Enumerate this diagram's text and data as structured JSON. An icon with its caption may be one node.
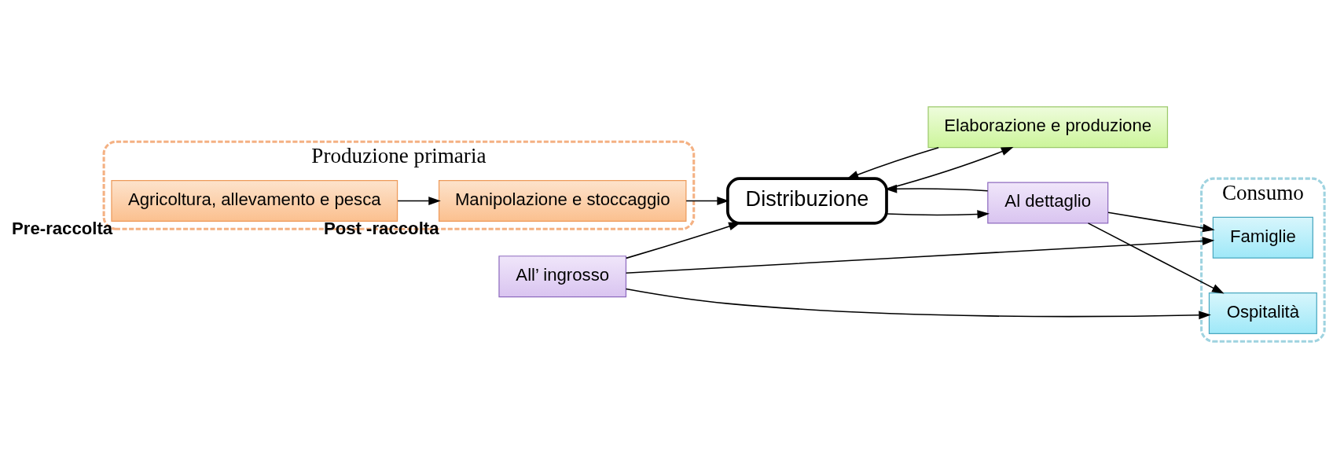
{
  "diagram": {
    "nodes": [
      {
        "text": [
          "Produzione primaria"
        ]
      },
      {
        "text": [
          "Agricoltura, allevamento e pesca"
        ],
        "in": 0,
        "beside": [
          "Pre-raccolta"
        ]
      },
      {
        "text": [
          "Manipolazione e stoccaggio"
        ],
        "in": 0,
        "beside": [
          "Post -raccolta"
        ]
      },
      {
        "text": [
          "Distribuzione"
        ]
      },
      {
        "text": [
          "Elaborazione e produzione"
        ]
      },
      {
        "text": [
          "Al dettaglio"
        ]
      },
      {
        "text": [
          "All’ ingrosso"
        ]
      },
      {
        "text": [
          "Consumo"
        ]
      },
      {
        "text": [
          "Famiglie"
        ],
        "in": 7
      },
      {
        "text": [
          "Ospitalità"
        ],
        "in": 7
      }
    ],
    "edges": [
      {
        "from": 1,
        "to": 2,
        "arrow": "to"
      },
      {
        "from": 2,
        "to": 3,
        "arrow": "to"
      },
      {
        "from": 3,
        "to": 4,
        "arrow": "to"
      },
      {
        "from": 4,
        "to": 3,
        "arrow": "to"
      },
      {
        "from": 6,
        "to": 3,
        "arrow": "to"
      },
      {
        "from": 3,
        "to": 5,
        "arrow": "to"
      },
      {
        "from": 5,
        "to": 3,
        "arrow": "to"
      },
      {
        "from": 5,
        "to": 8,
        "arrow": "to"
      },
      {
        "from": 6,
        "to": 8,
        "arrow": "to"
      },
      {
        "from": 5,
        "to": 9,
        "arrow": "to"
      },
      {
        "from": 6,
        "to": 9,
        "arrow": "to"
      }
    ]
  }
}
